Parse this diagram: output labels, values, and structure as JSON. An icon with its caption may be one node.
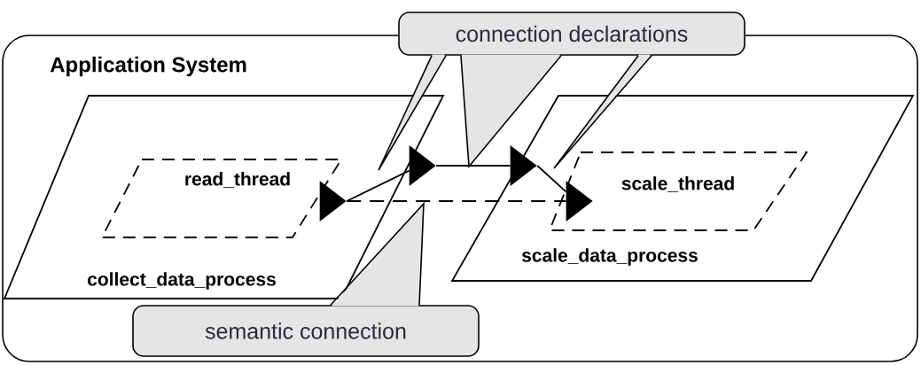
{
  "diagram": {
    "nodes": [
      {
        "text": [
          "Application System"
        ]
      },
      {
        "text": [
          "collect_data_process"
        ],
        "in": 0
      },
      {
        "text": [
          "read_thread"
        ],
        "in": 1
      },
      {
        "text": [
          "scale_data_process"
        ],
        "in": 0
      },
      {
        "text": [
          "scale_thread"
        ],
        "in": 3
      },
      {
        "text": [
          "connection declarations"
        ]
      },
      {
        "text": [
          "semantic connection"
        ],
        "in": 0
      },
      {
        "text": [],
        "shape": "triangle",
        "in": 1
      },
      {
        "text": [],
        "shape": "triangle",
        "in": 0
      },
      {
        "text": [],
        "shape": "triangle",
        "in": 3
      },
      {
        "text": [],
        "shape": "triangle",
        "in": 4
      }
    ],
    "edges": [
      {
        "from": 7,
        "to": 8,
        "arrow": "none"
      },
      {
        "from": 8,
        "to": 9,
        "arrow": "none"
      },
      {
        "from": 9,
        "to": 10,
        "arrow": "none"
      },
      {
        "from": 7,
        "to": 10,
        "arrow": "none",
        "style": "dashed"
      },
      {
        "from": 5,
        "to": null,
        "arrow": "none"
      },
      {
        "from": 5,
        "to": null,
        "arrow": "none"
      },
      {
        "from": 5,
        "to": null,
        "arrow": "none"
      },
      {
        "from": 6,
        "to": null,
        "arrow": "none"
      }
    ]
  }
}
